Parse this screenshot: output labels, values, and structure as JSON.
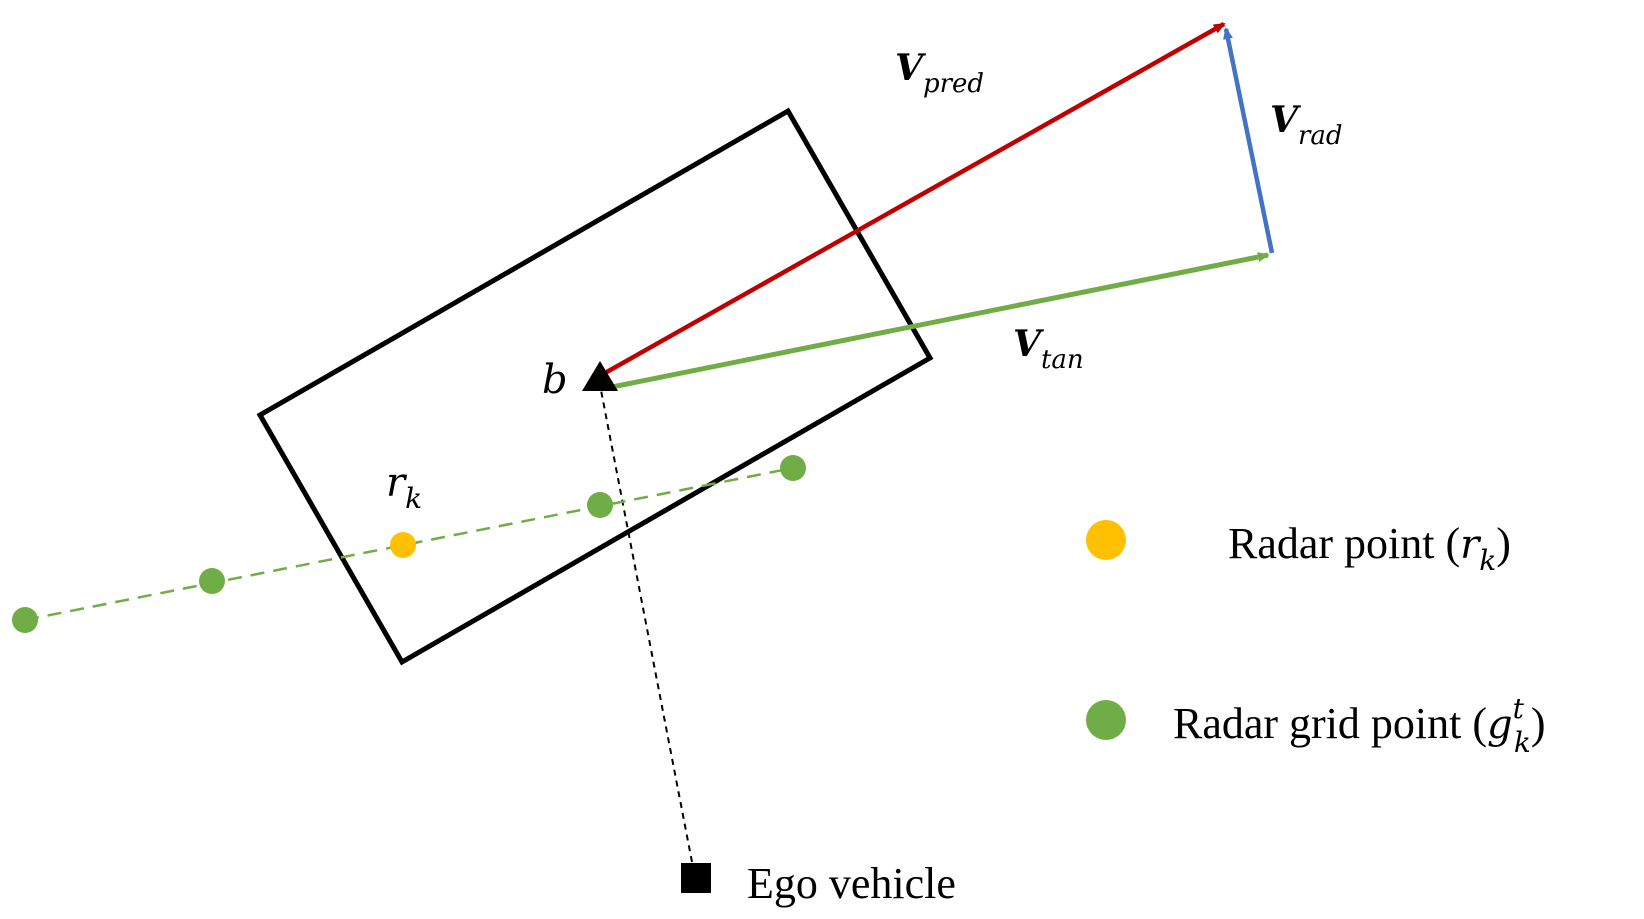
{
  "labels": {
    "v_pred": {
      "main": "V",
      "sub": "pred"
    },
    "v_rad": {
      "main": "V",
      "sub": "rad"
    },
    "v_tan": {
      "main": "V",
      "sub": "tan"
    },
    "b": "b",
    "r_k": {
      "main": "r",
      "sub": "k"
    }
  },
  "legend": {
    "radar_point": {
      "text": "Radar point (",
      "sym": "r",
      "sub": "k",
      "close": ")"
    },
    "grid_point": {
      "text": "Radar grid point (",
      "sym": "g",
      "sup": "t",
      "sub": "k",
      "close": ")"
    }
  },
  "ego": {
    "label": "Ego vehicle"
  },
  "colors": {
    "pred": "#c00000",
    "rad": "#4472c4",
    "tan": "#70ad47",
    "radar_point": "#ffc000",
    "grid_point": "#70ad47",
    "box": "#000000"
  }
}
